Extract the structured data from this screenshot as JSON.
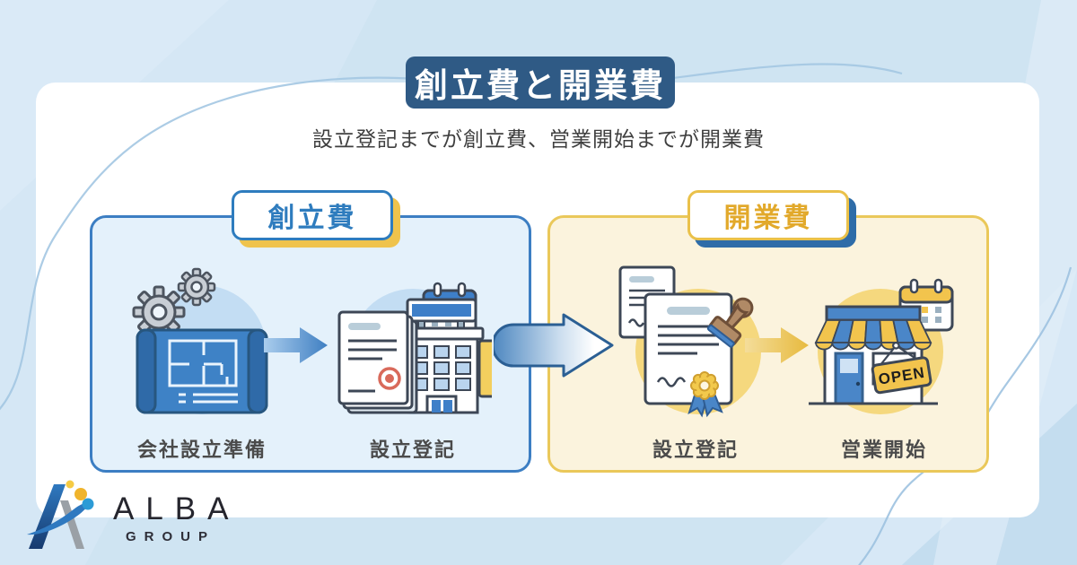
{
  "header": {
    "title": "創立費と開業費",
    "subtitle": "設立登記までが創立費、営業開始までが開業費"
  },
  "left_panel": {
    "badge": "創立費",
    "step1": {
      "label": "会社設立準備",
      "icon": "gears-blueprint-icon"
    },
    "step2": {
      "label": "設立登記",
      "icon": "documents-building-icon"
    }
  },
  "right_panel": {
    "badge": "開業費",
    "step1": {
      "label": "設立登記",
      "icon": "certificate-stamp-icon"
    },
    "step2": {
      "label": "営業開始",
      "icon": "storefront-open-icon"
    }
  },
  "store": {
    "open_sign": "OPEN"
  },
  "logo": {
    "name": "ALBA",
    "subname": "GROUP"
  },
  "colors": {
    "background": "#cfe4f2",
    "banner_bg": "#2f5a85",
    "blue_accent": "#3c7ec3",
    "blue_text": "#2e7cbe",
    "yellow_accent": "#eac85a",
    "gold_text": "#e2a92b",
    "left_panel_fill": "#e4f1fb",
    "right_panel_fill": "#fbf3dd",
    "left_circle_fill": "#c3ddf3",
    "right_circle_fill": "#f5d87e"
  }
}
